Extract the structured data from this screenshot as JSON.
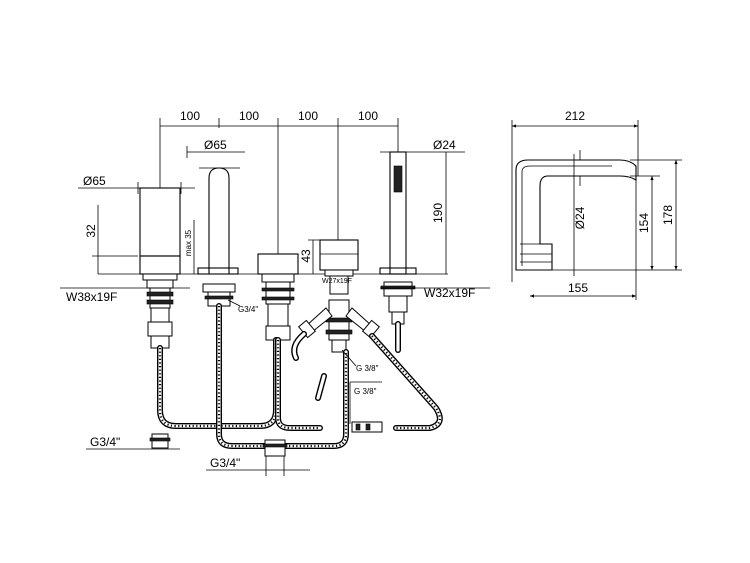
{
  "front_view": {
    "spacing_labels": [
      "100",
      "100",
      "100",
      "100"
    ],
    "spout_diameter": "Ø65",
    "left_diameter": "Ø65",
    "shower_diameter": "Ø24",
    "height_32": "32",
    "max_35": "max 35",
    "height_190": "190",
    "height_43": "43",
    "nut_w27": "W27x19F",
    "left_thread": "W38x19F",
    "right_thread": "W32x19F",
    "g34_small": "G3/4\"",
    "g38_a": "G 3/8\"",
    "g38_b": "G 3/8\"",
    "g34_left": "G3/4\"",
    "g34_bottom": "G3/4\""
  },
  "side_view": {
    "width_212": "212",
    "diameter_24": "Ø24",
    "height_154": "154",
    "height_178": "178",
    "width_155": "155"
  }
}
